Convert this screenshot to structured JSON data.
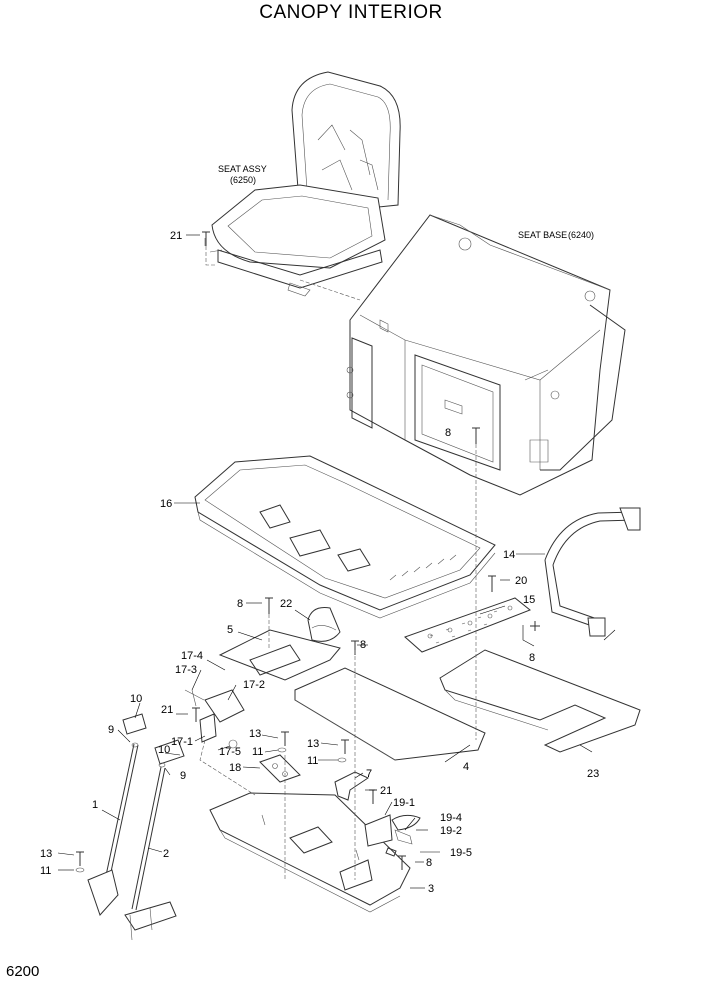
{
  "title": "CANOPY INTERIOR",
  "page_number": "6200",
  "assemblies": {
    "seat": {
      "name": "SEAT ASSY",
      "ref": "(6250)"
    },
    "seat_base": {
      "name": "SEAT BASE",
      "ref": "(6240)"
    }
  },
  "callouts": {
    "c21a": "21",
    "c8a": "8",
    "c16": "16",
    "c14": "14",
    "c20": "20",
    "c15": "15",
    "c8b": "8",
    "c22": "22",
    "c8c": "8",
    "c5": "5",
    "c8d": "8",
    "c23": "23",
    "c17_4": "17-4",
    "c17_3": "17-3",
    "c17_2": "17-2",
    "c10a": "10",
    "c9a": "9",
    "c21b": "21",
    "c17_1": "17-1",
    "c17_5": "17-5",
    "c10b": "10",
    "c9b": "9",
    "c13a": "13",
    "c11a": "11",
    "c18": "18",
    "c13b": "13",
    "c11b": "11",
    "c4": "4",
    "c7": "7",
    "c21c": "21",
    "c19_1": "19-1",
    "c19_4": "19-4",
    "c19_2": "19-2",
    "c19_5": "19-5",
    "c8e": "8",
    "c1": "1",
    "c2": "2",
    "c13c": "13",
    "c11c": "11",
    "c3": "3"
  }
}
